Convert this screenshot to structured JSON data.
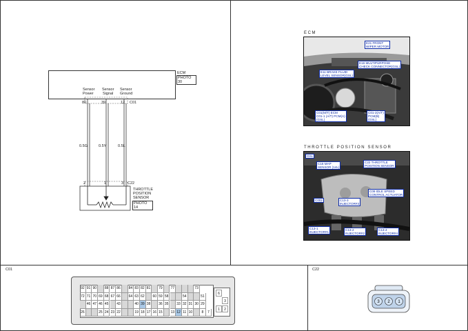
{
  "ecm": {
    "label": "ECM",
    "photo_label": "PHOTO",
    "photo_num": "30",
    "pins": [
      {
        "name": "Sensor Power",
        "line1": "Sensor",
        "line2": "Power",
        "pin": "80"
      },
      {
        "name": "Sensor Signal",
        "line1": "Sensor",
        "line2": "Signal",
        "pin": "39"
      },
      {
        "name": "Sensor Ground",
        "line1": "Sensor",
        "line2": "Ground",
        "pin": "12"
      }
    ],
    "connector": "C01"
  },
  "wires": [
    "0.5G",
    "0.5Y",
    "0.5L"
  ],
  "sensor": {
    "connector": "C22",
    "pins": [
      "2",
      "1",
      "3"
    ],
    "label_lines": [
      "THROTTLE",
      "POSITION",
      "SENSOR"
    ],
    "photo_label": "PHOTO",
    "photo_num": "14"
  },
  "photos": {
    "ecm_title": "ECM",
    "ecm_callouts": [
      "E21 FRONT\nWIPER MOTOR",
      "E16 MULTIPURPOSE\nCHECK CONNECTOR(GSL)",
      "E11 BRAKE FLUID\nLEVEL SENSOR(GSL)",
      "C01(M/T) ECM\nC01-1 (A/T) PCM(A)\n(GSL)",
      "C01-2(A/T)\nPCM(B)\n(GSL)"
    ],
    "tps_title": "THROTTLE POSITION SENSOR",
    "tps_tag": "GSL",
    "tps_callouts": [
      "C16 MAP\nSENSOR (14L)",
      "C22 THROTTLE\nPOSITION SENSOR",
      "C09 IDLE SPEED\nCONTROL ACTUATOR",
      "C002",
      "C13-3\nINJECTOR#3",
      "C13-1\nINJECTOR#1",
      "C13-2\nINJECTOR#2",
      "C13-4\nINJECTOR#4"
    ]
  },
  "c01_panel": {
    "label": "C01",
    "row1": [
      "92",
      "91",
      "90",
      "",
      "88",
      "87",
      "86",
      "",
      "84",
      "83",
      "82",
      "81",
      "",
      "79",
      "",
      "77",
      "",
      "",
      "",
      "73"
    ],
    "row2": [
      "72",
      "71",
      "70",
      "69",
      "68",
      "67",
      "66",
      "",
      "64",
      "63",
      "62",
      "",
      "60",
      "59",
      "58",
      "",
      "",
      "54",
      "",
      "",
      "51"
    ],
    "row3": [
      "",
      "46",
      "47",
      "46",
      "45",
      "",
      "43",
      "",
      "",
      "40",
      "39",
      "38",
      "",
      "36",
      "35",
      "",
      "33",
      "32",
      "31",
      "30",
      "29"
    ],
    "row4": [
      "26",
      "",
      "",
      "25",
      "24",
      "23",
      "22",
      "",
      "",
      "19",
      "18",
      "17",
      "16",
      "15",
      "",
      "13",
      "12",
      "11",
      "10",
      "",
      "8",
      "7"
    ],
    "side": [
      "6",
      "3",
      "2",
      "1"
    ]
  },
  "c22_panel": {
    "label": "C22",
    "pins": [
      "3",
      "2",
      "1"
    ]
  },
  "colors": {
    "line": "#333333",
    "callout": "#0b2aa8",
    "highlight": "#a9c8e6",
    "connector_fill": "#bfd3ea"
  }
}
